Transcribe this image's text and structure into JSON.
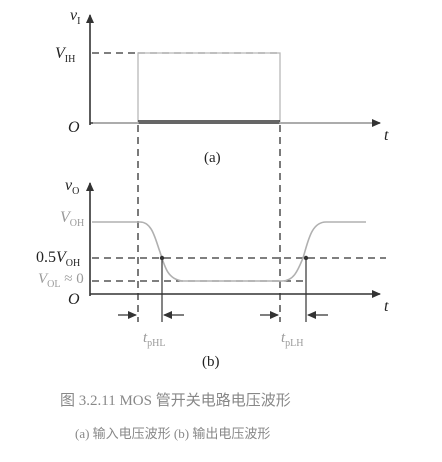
{
  "panel_a": {
    "y_label": "v",
    "y_label_sub": "I",
    "vih_label": "V",
    "vih_sub": "IH",
    "origin": "O",
    "t_label": "t",
    "caption": "(a)"
  },
  "panel_b": {
    "y_label": "v",
    "y_label_sub": "O",
    "voh_label": "V",
    "voh_sub": "OH",
    "half_label": "0.5",
    "half_v": "V",
    "half_sub": "OH",
    "vol_label": "V",
    "vol_sub": "OL",
    "vol_eq": " ≈ 0",
    "origin": "O",
    "t_label": "t",
    "tphl_label": "t",
    "tphl_sub": "pHL",
    "tplh_label": "t",
    "tplh_sub": "pLH",
    "caption": "(b)"
  },
  "caption": {
    "title": "图 3.2.11   MOS 管开关电路电压波形",
    "subtitle": "(a) 输入电压波形   (b) 输出电压波形"
  },
  "colors": {
    "ink": "#222222",
    "faint": "#aaaaaa",
    "caption": "#888888"
  }
}
